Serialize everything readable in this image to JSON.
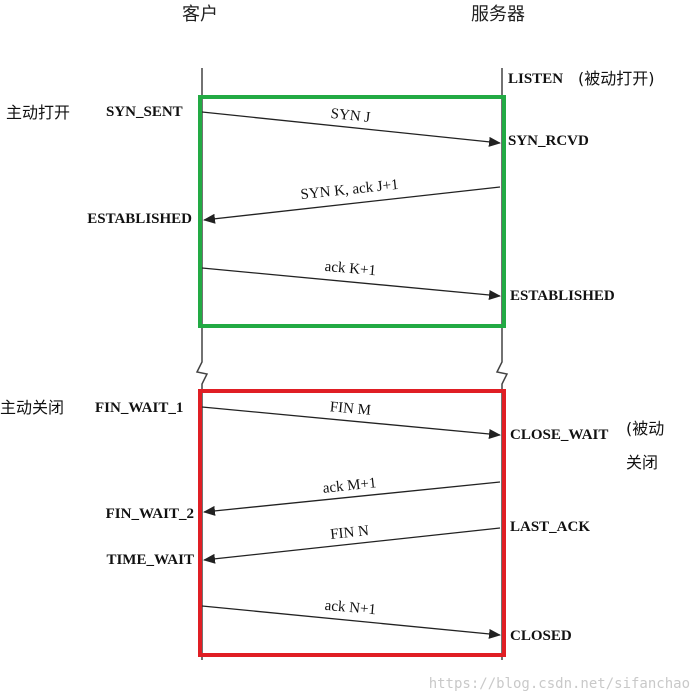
{
  "header": {
    "client": "客户",
    "server": "服务器"
  },
  "server_states": {
    "listen": "LISTEN",
    "listen_note": "(被动打开)",
    "syn_rcvd": "SYN_RCVD",
    "established": "ESTABLISHED",
    "close_wait": "CLOSE_WAIT",
    "close_wait_note_1": "(被动",
    "close_wait_note_2": "关闭",
    "last_ack": "LAST_ACK",
    "closed": "CLOSED"
  },
  "client_states": {
    "active_open_note": "主动打开",
    "syn_sent": "SYN_SENT",
    "established": "ESTABLISHED",
    "active_close_note": "主动关闭",
    "fin_wait_1": "FIN_WAIT_1",
    "fin_wait_2": "FIN_WAIT_2",
    "time_wait": "TIME_WAIT"
  },
  "messages": {
    "syn_j": "SYN J",
    "syn_k_ack": "SYN K, ack J+1",
    "ack_k": "ack K+1",
    "fin_m": "FIN M",
    "ack_m": "ack M+1",
    "fin_n": "FIN N",
    "ack_n": "ack N+1"
  },
  "colors": {
    "handshake_box": "#22aa44",
    "teardown_box": "#e01e24",
    "line": "#222222"
  },
  "watermark": "https://blog.csdn.net/sifanchao"
}
